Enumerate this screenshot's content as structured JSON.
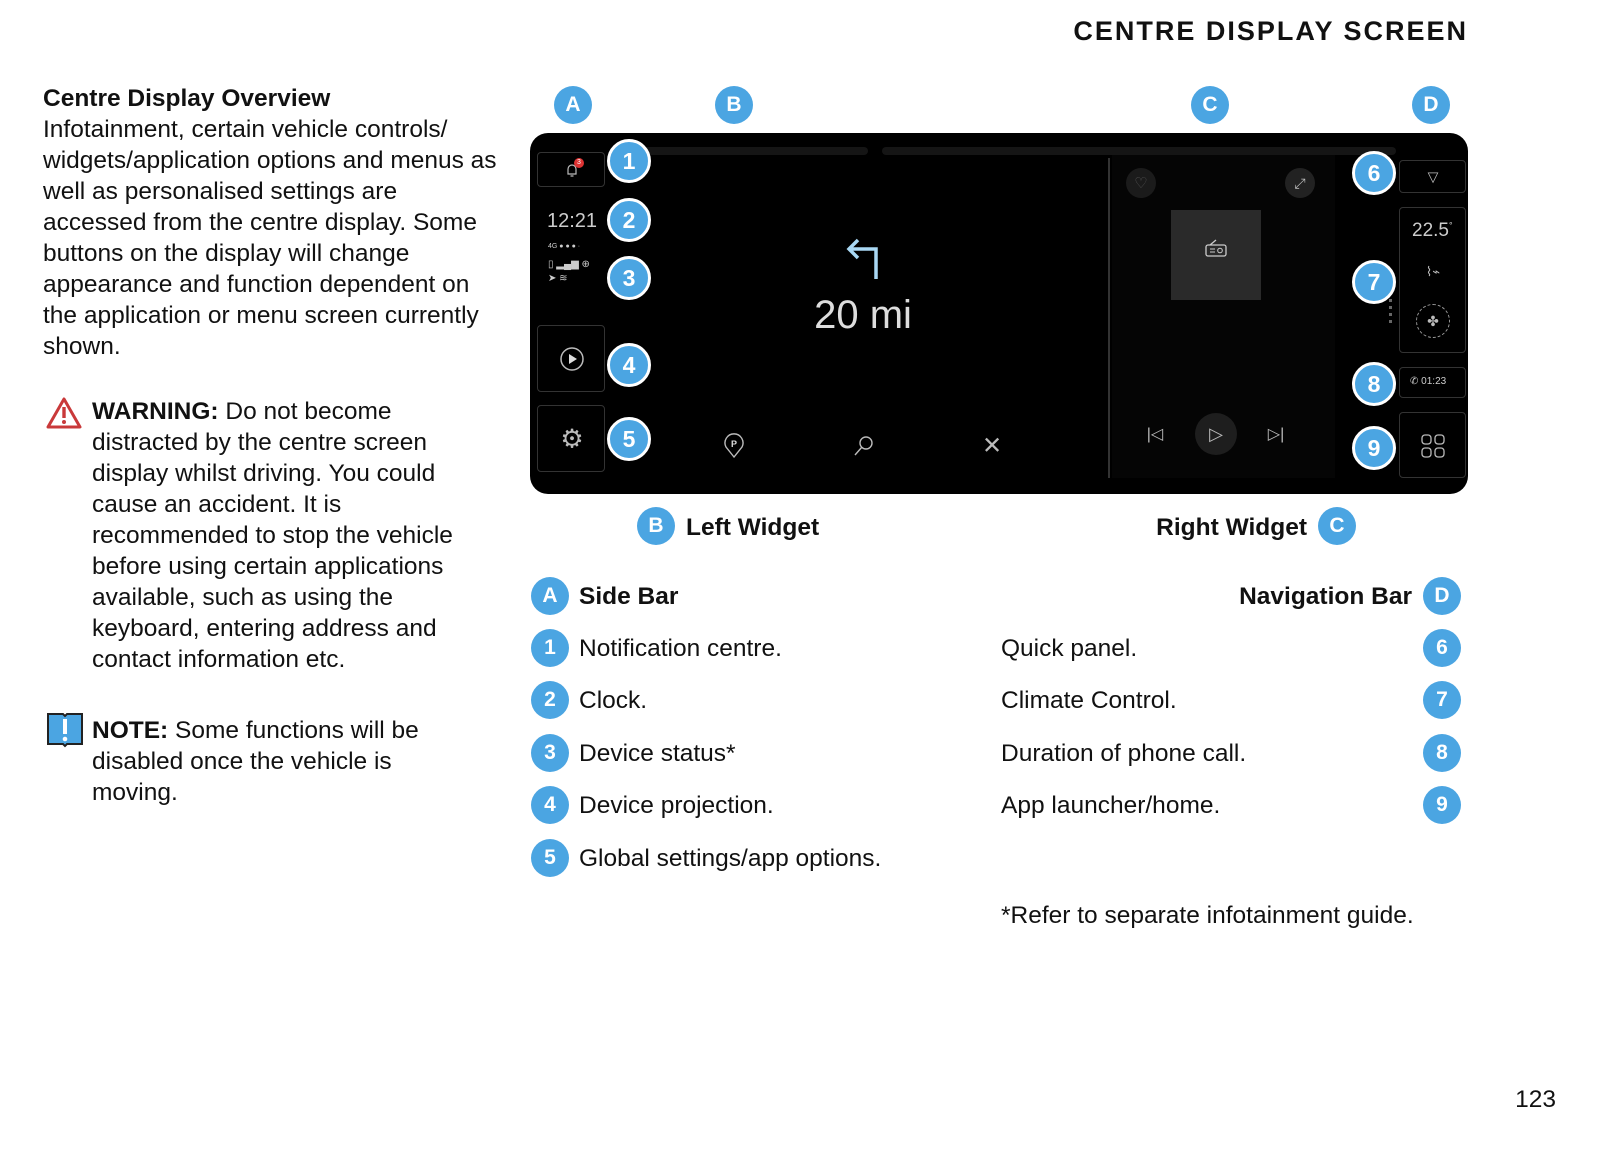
{
  "page_title": "CENTRE DISPLAY SCREEN",
  "overview": {
    "heading": "Centre Display Overview",
    "body": "Infotainment, certain vehicle controls/ widgets/application options and menus as well as personalised settings are accessed from the centre display. Some buttons on the display will change appearance and function dependent on the application or menu screen currently shown."
  },
  "warning": {
    "label": "WARNING:",
    "text": " Do not become distracted by the centre screen display whilst driving. You could cause an accident. It is recommended to stop the vehicle before using certain applications available, such as using the keyboard, entering address and contact information etc."
  },
  "note": {
    "label": "NOTE:",
    "text": " Some functions will be disabled once the vehicle is moving."
  },
  "letters": {
    "a": "A",
    "b": "B",
    "c": "C",
    "d": "D"
  },
  "numbers": [
    "1",
    "2",
    "3",
    "4",
    "5",
    "6",
    "7",
    "8",
    "9"
  ],
  "screen": {
    "notification_count": "3",
    "clock": "12:21",
    "network": "4G",
    "distance": "20 mi",
    "temperature": "22.5",
    "temp_unit": "°",
    "call_duration": "01:23"
  },
  "captions": {
    "left_widget": "Left Widget",
    "right_widget": "Right Widget"
  },
  "legend": {
    "side_bar": "Side Bar",
    "navigation_bar": "Navigation Bar",
    "left": [
      "Notification centre.",
      "Clock.",
      "Device status*",
      "Device projection.",
      "Global settings/app options."
    ],
    "right": [
      "Quick panel.",
      "Climate Control.",
      "Duration of phone call.",
      "App launcher/home."
    ]
  },
  "footnote": "*Refer to separate infotainment guide.",
  "page_number": "123",
  "colors": {
    "badge": "#4ba5e2",
    "warning": "#c9393a"
  }
}
